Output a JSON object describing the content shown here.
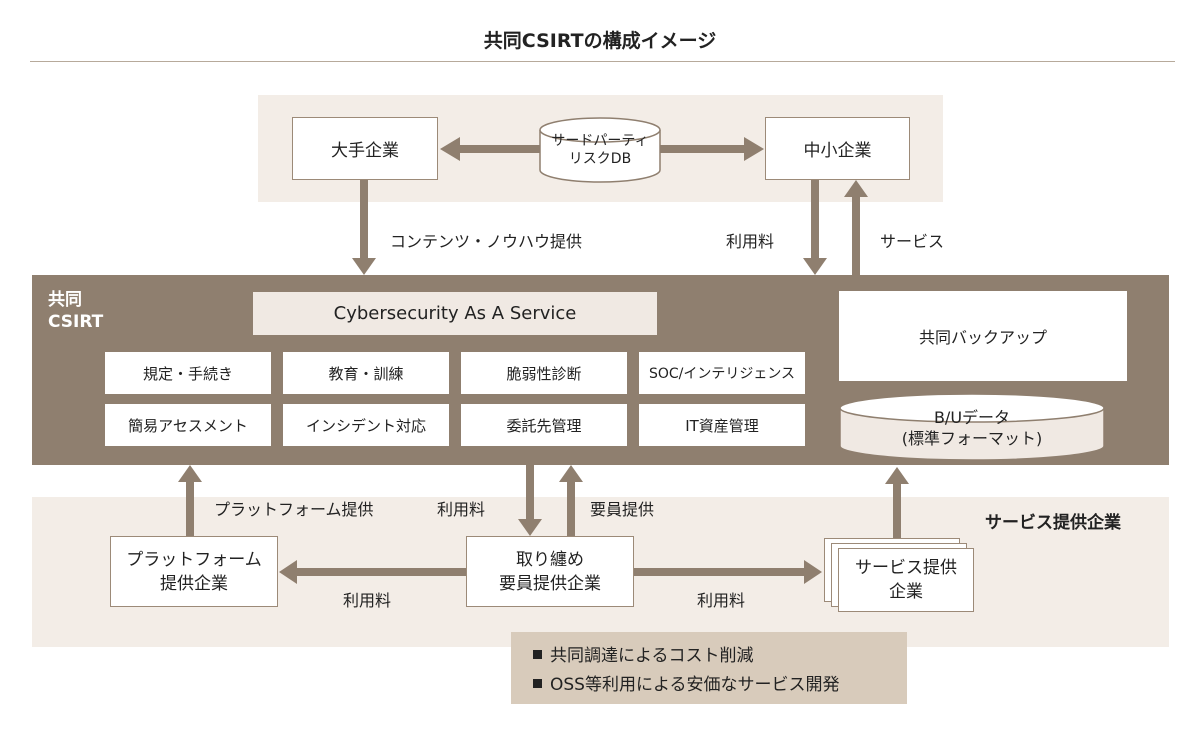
{
  "title": "共同CSIRTの構成イメージ",
  "top": {
    "large_company": "大手企業",
    "sme": "中小企業",
    "db_line1": "サードパーティ",
    "db_line2": "リスクDB"
  },
  "flows": {
    "content": "コンテンツ・ノウハウ提供",
    "fee_sme": "利用料",
    "service_sme": "サービス",
    "platform_provide": "プラットフォーム提供",
    "fee_center": "利用料",
    "staff_provide": "要員提供",
    "fee_left": "利用料",
    "fee_right": "利用料"
  },
  "csirt": {
    "label_line1": "共同",
    "label_line2": "CSIRT",
    "caas": "Cybersecurity As A Service",
    "features": [
      "規定・手続き",
      "教育・訓練",
      "脆弱性診断",
      "SOC/インテリジェンス",
      "簡易アセスメント",
      "インシデント対応",
      "委託先管理",
      "IT資産管理"
    ],
    "backup": "共同バックアップ",
    "bu_line1": "B/Uデータ",
    "bu_line2": "(標準フォーマット)"
  },
  "providers": {
    "section_title": "サービス提供企業",
    "platform_line1": "プラットフォーム",
    "platform_line2": "提供企業",
    "staffing_line1": "取り纏め",
    "staffing_line2": "要員提供企業",
    "service_line1": "サービス提供",
    "service_line2": "企業"
  },
  "benefits": [
    "共同調達によるコスト削減",
    "OSS等利用による安価なサービス開発"
  ],
  "colors": {
    "csirt_band": "#8f7f6f",
    "light_band": "#f3ede7",
    "arrow": "#8f7f6f",
    "benefit_box": "#d8cbbb"
  }
}
